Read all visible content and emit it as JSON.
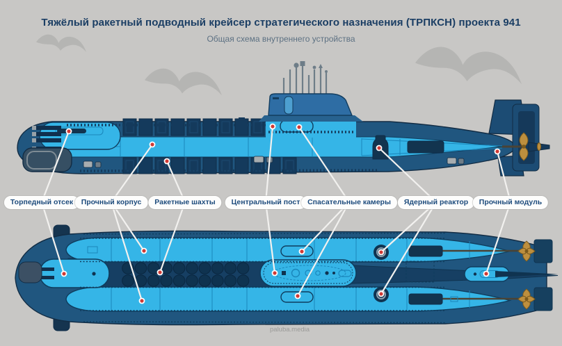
{
  "header": {
    "title": "Тяжёлый ракетный подводный крейсер стратегического назначения (ТРПКСН) проекта 941",
    "subtitle": "Общая схема внутреннего устройства"
  },
  "labels": [
    {
      "id": "torpedo-compartment",
      "text": "Торпедный отсек"
    },
    {
      "id": "pressure-hull",
      "text": "Прочный корпус"
    },
    {
      "id": "missile-silos",
      "text": "Ракетные шахты"
    },
    {
      "id": "central-post",
      "text": "Центральный пост"
    },
    {
      "id": "rescue-chambers",
      "text": "Спасательные камеры"
    },
    {
      "id": "nuclear-reactor",
      "text": "Ядерный реактор"
    },
    {
      "id": "pressure-module",
      "text": "Прочный модуль"
    }
  ],
  "watermark": "paluba.media",
  "colors": {
    "background": "#c8c7c5",
    "bird": "#b5b5b3",
    "outer_hull": "#20567f",
    "hull_dark_detail": "#15344f",
    "silo_dark": "#143a5c",
    "inner_hull_cyan": "#35b5e7",
    "divider_blue": "#1a86bb",
    "sail_blue": "#2e6da4",
    "propeller_gold": "#bd8f3e",
    "callout_line": "#f2f1ef",
    "callout_dot_red": "#cf3a35",
    "label_text": "#1d4b7c",
    "title_text": "#1b3e64"
  }
}
